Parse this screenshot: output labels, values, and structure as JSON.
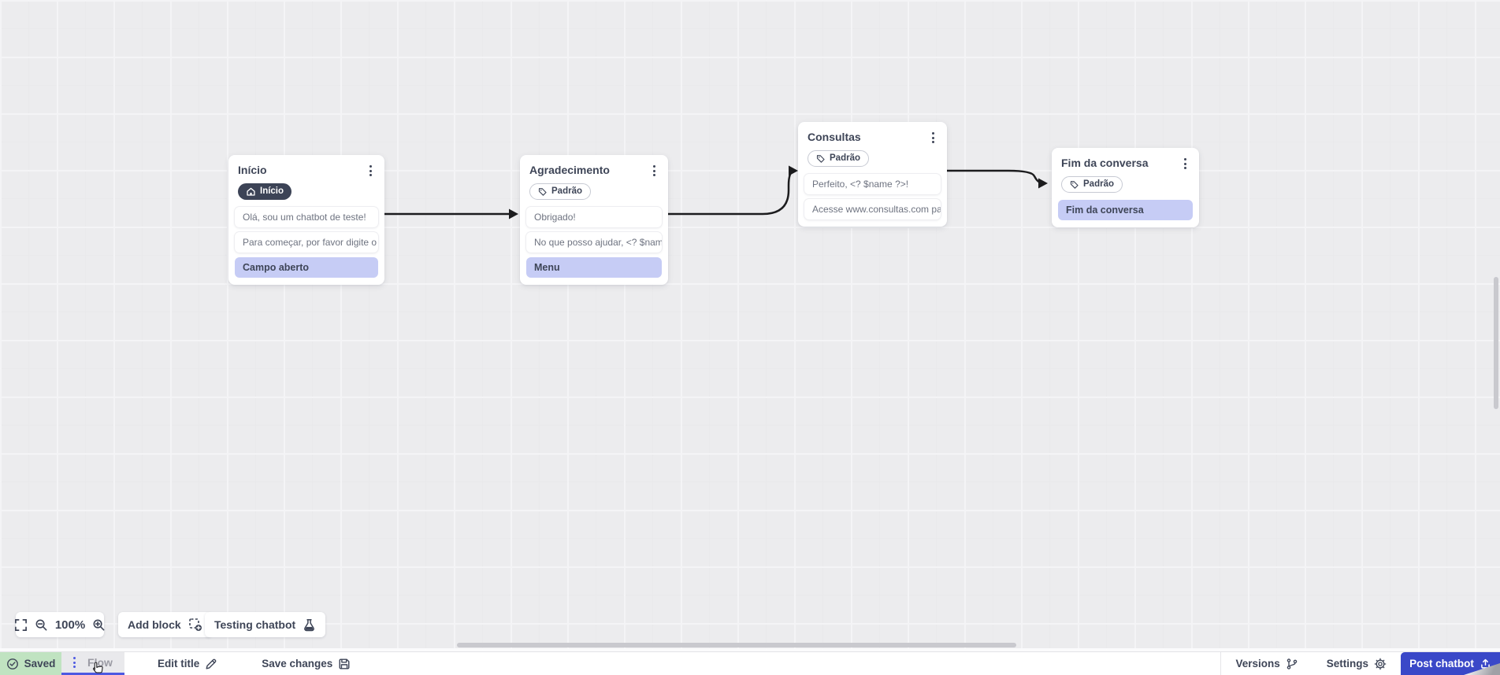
{
  "canvas": {
    "nodes": [
      {
        "title": "Início",
        "badge": {
          "icon": "home-icon",
          "label": "Início",
          "variant": "dark"
        },
        "rows": [
          {
            "kind": "message",
            "text": "Olá, sou um chatbot de teste!"
          },
          {
            "kind": "message",
            "text": "Para começar, por favor digite o ..."
          },
          {
            "kind": "action",
            "text": "Campo aberto"
          }
        ]
      },
      {
        "title": "Agradecimento",
        "badge": {
          "icon": "tag-icon",
          "label": "Padrão",
          "variant": "outline"
        },
        "rows": [
          {
            "kind": "message",
            "text": "Obrigado!"
          },
          {
            "kind": "message",
            "text": "No que posso ajudar, <? $name ..."
          },
          {
            "kind": "action",
            "text": "Menu"
          }
        ]
      },
      {
        "title": "Consultas",
        "badge": {
          "icon": "tag-icon",
          "label": "Padrão",
          "variant": "outline"
        },
        "rows": [
          {
            "kind": "message",
            "text": "Perfeito, <? $name ?>!"
          },
          {
            "kind": "message",
            "text": "Acesse www.consultas.com par..."
          }
        ]
      },
      {
        "title": "Fim da conversa",
        "badge": {
          "icon": "tag-icon",
          "label": "Padrão",
          "variant": "outline"
        },
        "rows": [
          {
            "kind": "action",
            "text": "Fim da conversa"
          }
        ]
      }
    ]
  },
  "toolbar": {
    "zoom_level": "100%",
    "add_block": "Add block",
    "testing_chatbot": "Testing chatbot"
  },
  "bottom_bar": {
    "saved": "Saved",
    "flow_tab": "Flow",
    "edit_title": "Edit title",
    "save_changes": "Save changes",
    "versions": "Versions",
    "settings": "Settings",
    "post_chatbot": "Post chatbot"
  },
  "colors": {
    "accent_blue": "#3a48c8",
    "accent_purple": "#4d59e2",
    "saved_green": "#c0e3c1",
    "action_row_purple": "#c6ccf5",
    "badge_dark": "#3c4356",
    "connector": "#1c1c1e"
  }
}
